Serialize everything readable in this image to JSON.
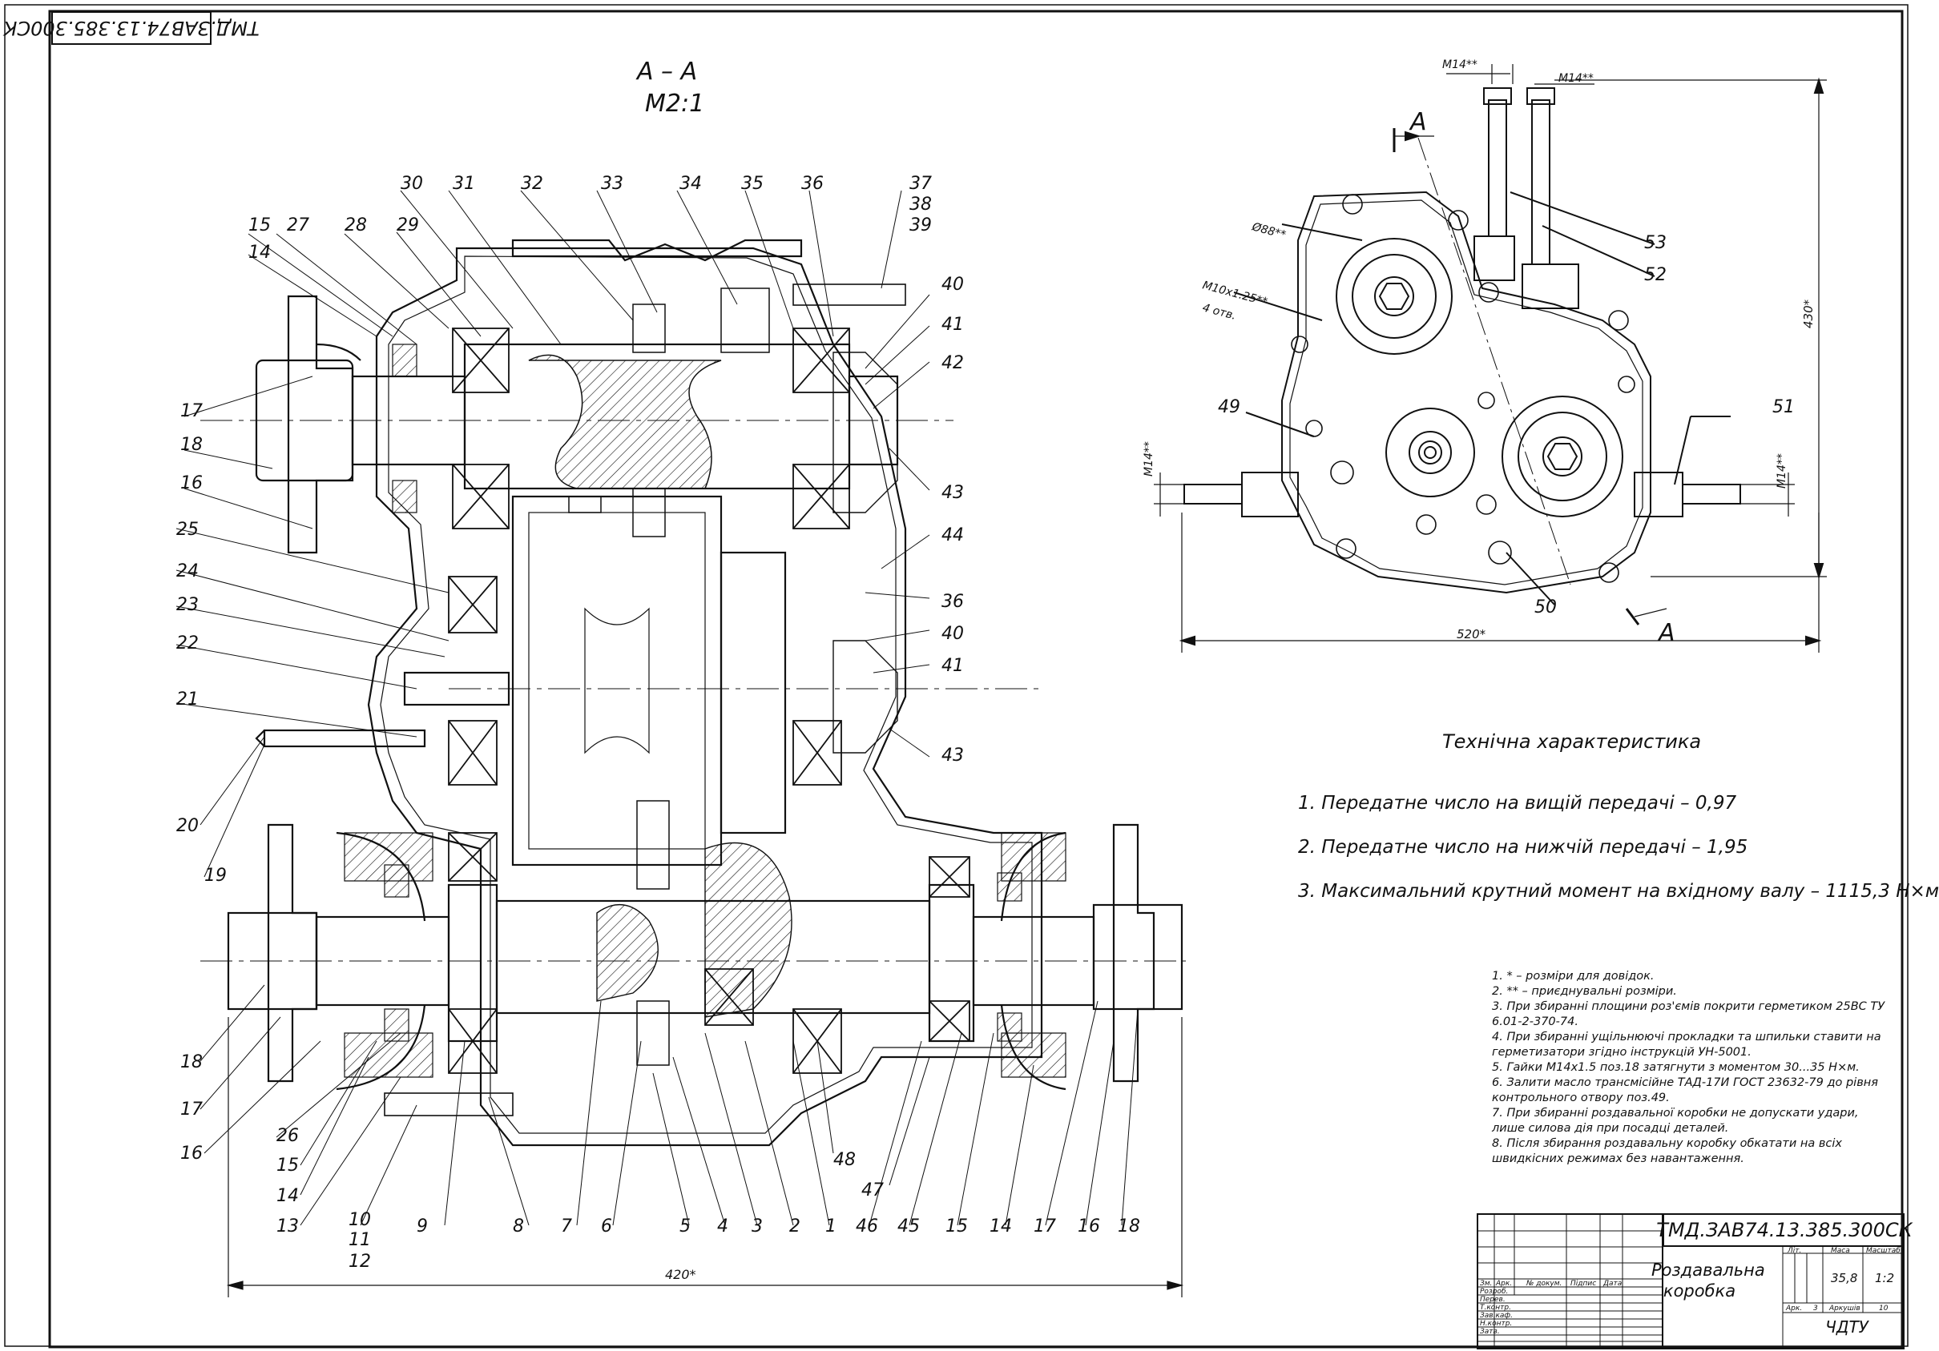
{
  "drawing_code_stamp": "ТМД.ЗАВ74.13.385.300СК",
  "section": {
    "title": "А – А",
    "scale": "М2:1"
  },
  "view_marker": "А",
  "dimensions": {
    "overall_width": "420*",
    "body_width": "520*",
    "height": "430*",
    "bolt_circle": "Ø88**",
    "thread_holes": "М10х1.25**",
    "holes_count": "4 отв.",
    "m14_a": "М14**",
    "m14_b": "М14**",
    "m14_left": "М14**",
    "m14_right": "М14**"
  },
  "callouts_left": [
    "15",
    "27",
    "28",
    "29",
    "30",
    "31",
    "32",
    "33",
    "34",
    "35",
    "36",
    "37",
    "38",
    "39",
    "14",
    "17",
    "18",
    "16",
    "25",
    "24",
    "23",
    "22",
    "21",
    "20",
    "19"
  ],
  "callouts_right": [
    "40",
    "41",
    "42",
    "43",
    "44",
    "36",
    "40",
    "41",
    "43"
  ],
  "callouts_bottom": [
    "18",
    "17",
    "16",
    "26",
    "15",
    "14",
    "13",
    "10",
    "11",
    "12",
    "9",
    "8",
    "7",
    "6",
    "5",
    "4",
    "3",
    "2",
    "1",
    "46",
    "48",
    "47",
    "45",
    "15",
    "14",
    "17",
    "16",
    "18"
  ],
  "callouts_view": [
    "53",
    "52",
    "49",
    "50",
    "51"
  ],
  "tech": {
    "title": "Технічна характеристика",
    "items": [
      "1. Передатне число на вищій передачі – 0,97",
      "2. Передатне число на нижчій передачі – 1,95",
      "3. Максимальний крутний момент на вхідному валу – 1115,3 Н×м"
    ]
  },
  "notes": [
    "1. * – розміри для довідок.",
    "2. ** – приєднувальні розміри.",
    "3. При збиранні площини роз'ємів покрити герметиком 25ВС ТУ 6.01-2-370-74.",
    "4. При збиранні ущільнюючі прокладки та шпильки ставити на герметизатори згідно інструкцій УН-5001.",
    "5. Гайки М14х1.5 поз.18 затягнути з моментом 30...35 Н×м.",
    "6. Залити масло трансмісійне ТАД-17И ГОСТ 23632-79 до рівня контрольного отвору поз.49.",
    "7. При збиранні роздавальної коробки не допускати удари, лише силова дія при посадці деталей.",
    "8. Після збирання роздавальну коробку обкатати на всіх швидкісних режимах без навантаження."
  ],
  "title_block": {
    "code": "ТМД.ЗАВ74.13.385.300СК",
    "name_line1": "Роздавальна",
    "name_line2": "коробка",
    "col_lit": "Літ.",
    "col_mass": "Маса",
    "col_scale": "Масштаб",
    "mass": "35,8",
    "scale": "1:2",
    "sheet_label": "Арк.",
    "sheet": "3",
    "sheets_label": "Аркушів",
    "sheets": "10",
    "org": "ЧДТУ",
    "header_cols": [
      "Зм.",
      "Арк.",
      "№ докум.",
      "Підпис",
      "Дата"
    ],
    "roles": [
      "Розроб.",
      "Перев.",
      "Т.контр.",
      "Зав.каф.",
      "Н.контр.",
      "Затв."
    ]
  }
}
